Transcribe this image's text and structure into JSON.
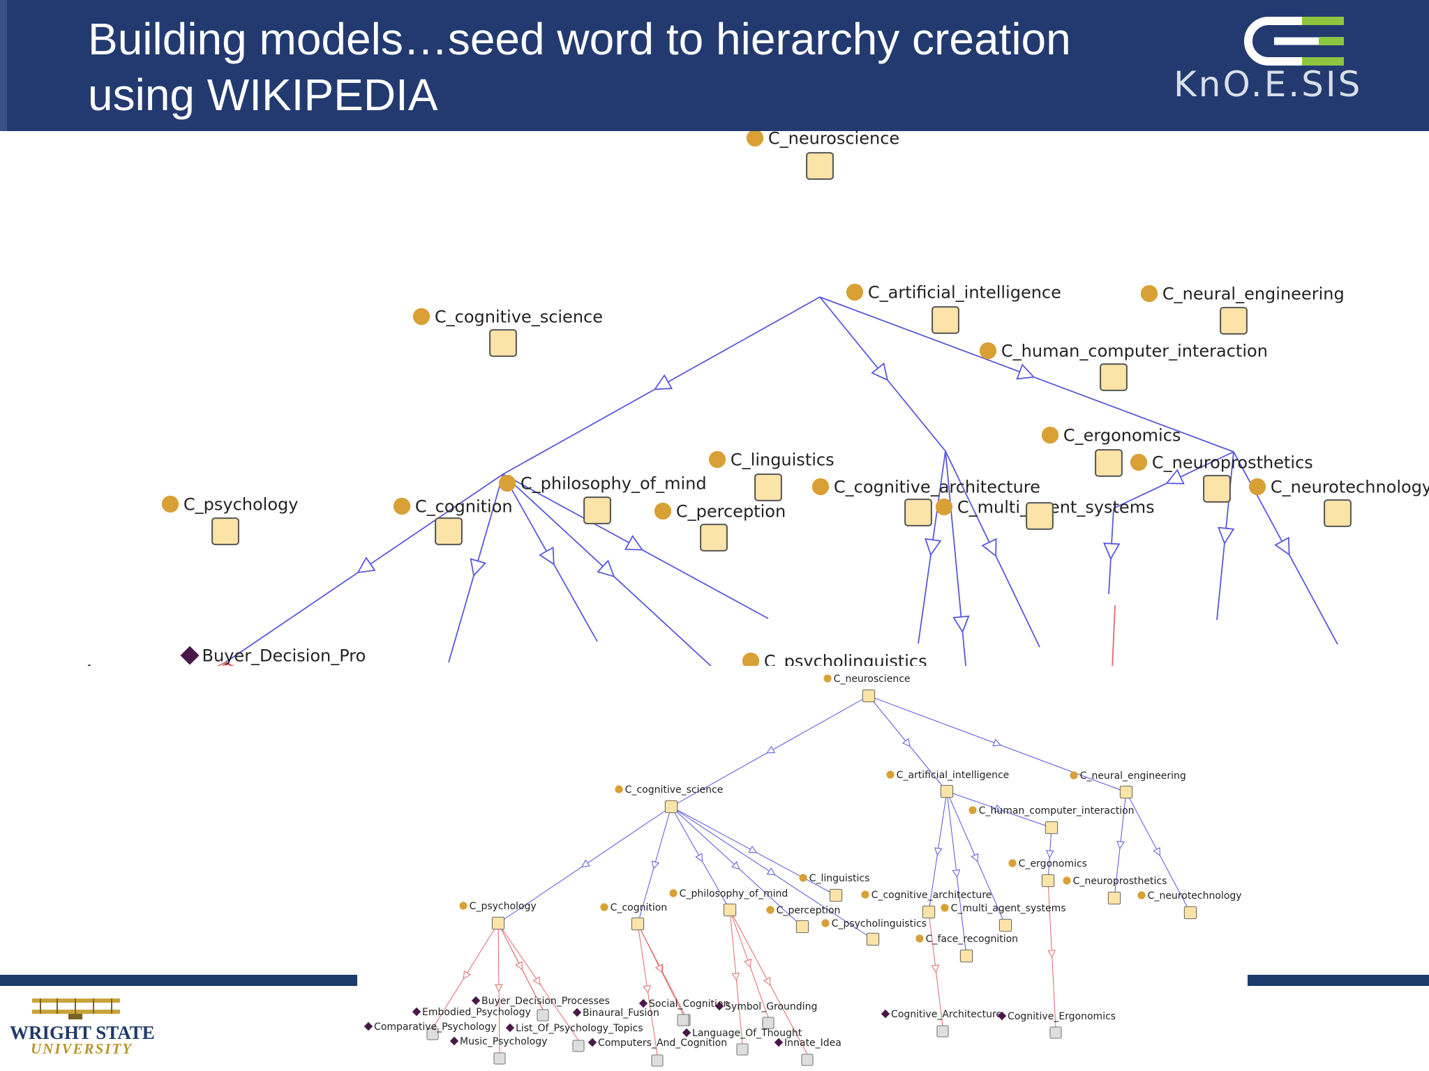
{
  "slide": {
    "title_line1": "Building models…seed word to hierarchy creation",
    "title_line2": "using WIKIPEDIA",
    "logo_text": "KnO.E.SIS",
    "footer_logo_line1": "WRIGHT STATE",
    "footer_logo_line2": "UNIVERSITY"
  },
  "colors": {
    "header_bg": "#233a70",
    "class_dot": "#d8a035",
    "node_box_fill": "#fce3a8",
    "node_box_stroke": "#555555",
    "instance_diamond": "#4a1848",
    "leaf_box_fill": "#dedede",
    "subclass_edge": "#5555dd",
    "instance_edge": "#e06666"
  },
  "diagram": {
    "class_nodes": [
      "C_neuroscience",
      "C_cognitive_science",
      "C_artificial_intelligence",
      "C_neural_engineering",
      "C_human_computer_interaction",
      "C_psychology",
      "C_cognition",
      "C_philosophy_of_mind",
      "C_perception",
      "C_linguistics",
      "C_psycholinguistics",
      "C_cognitive_architecture",
      "C_multi_agent_systems",
      "C_face_recognition",
      "C_ergonomics",
      "C_neuroprosthetics",
      "C_neurotechnology"
    ],
    "instance_nodes": [
      "Embodied_Psychology",
      "Comparative_Psychology",
      "Buyer_Decision_Processes",
      "Music_Psychology",
      "List_Of_Psychology_Topics",
      "Binaural_Fusion",
      "Social_Cognition",
      "Computers_And_Cognition",
      "Language_Of_Thought",
      "Symbol_Grounding",
      "Innate_Idea",
      "Cognitive_Architecture",
      "Cognitive_Ergonomics"
    ],
    "zoom_instance_labels": [
      "Buyer_Decision_Pro",
      "Embodied_Psychology",
      "Comparative_Psychology",
      "List_Of_Psyc",
      "Music_Psychology"
    ],
    "zoom_clipped_labels": [
      "C_psycholinguistics"
    ]
  }
}
